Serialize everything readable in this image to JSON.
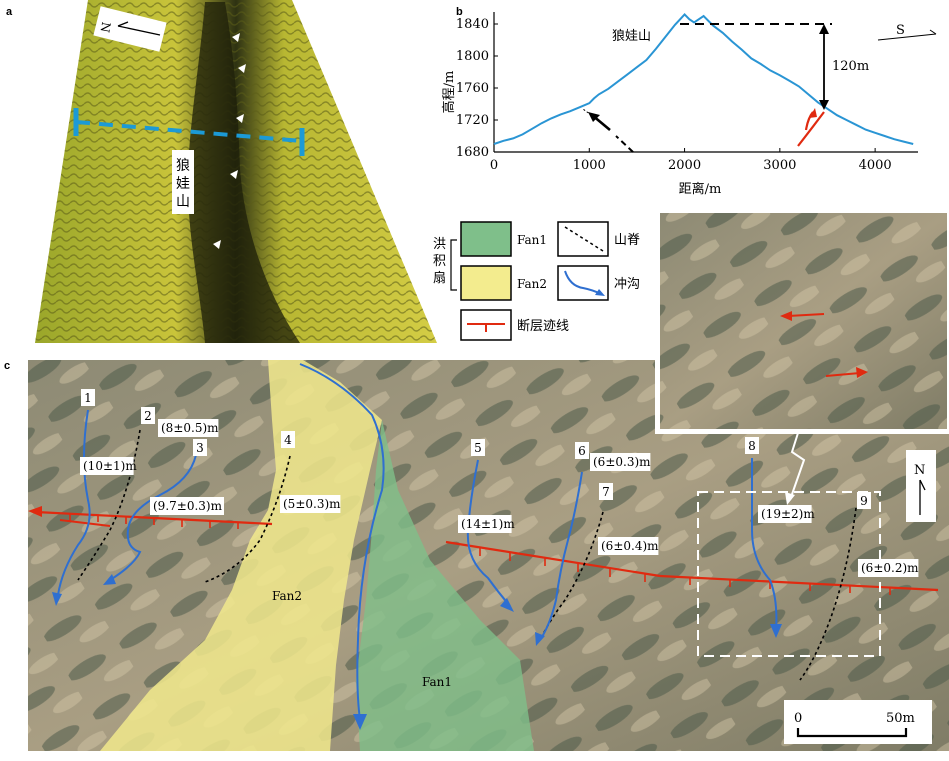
{
  "panels": {
    "a": "a",
    "b": "b",
    "c": "c"
  },
  "panel_a": {
    "mountain_label": "狼娃山",
    "north": "N"
  },
  "profile": {
    "peak_label": "狼娃山",
    "relief_label": "120m",
    "direction": "S",
    "xlabel": "距离/m",
    "ylabel": "高程/m",
    "xticks": [
      "0",
      "1000",
      "2000",
      "3000",
      "4000"
    ],
    "yticks": [
      "1680",
      "1720",
      "1760",
      "1800",
      "1840"
    ]
  },
  "chart_data": {
    "type": "line",
    "xlabel": "距离/m",
    "ylabel": "高程/m",
    "xlim": [
      0,
      4450
    ],
    "ylim": [
      1680,
      1855
    ],
    "series": [
      {
        "x": [
          0,
          100,
          200,
          300,
          400,
          500,
          600,
          700,
          800,
          900,
          1000,
          1050,
          1100,
          1200,
          1300,
          1400,
          1500,
          1600,
          1700,
          1800,
          1900,
          2000,
          2050,
          2100,
          2200,
          2300,
          2400,
          2500,
          2600,
          2700,
          2800,
          2900,
          3000,
          3100,
          3200,
          3300,
          3400,
          3500,
          3600,
          3700,
          3800,
          3900,
          4000,
          4100,
          4200,
          4300,
          4400
        ],
        "y": [
          1690,
          1694,
          1697,
          1702,
          1709,
          1716,
          1722,
          1727,
          1731,
          1736,
          1741,
          1747,
          1752,
          1759,
          1768,
          1777,
          1786,
          1795,
          1809,
          1824,
          1839,
          1852,
          1846,
          1842,
          1850,
          1838,
          1829,
          1818,
          1808,
          1797,
          1790,
          1782,
          1776,
          1769,
          1762,
          1752,
          1742,
          1734,
          1726,
          1720,
          1714,
          1708,
          1704,
          1700,
          1696,
          1693,
          1690
        ]
      }
    ]
  },
  "legend": {
    "group_label": "洪积扇",
    "fan1": "Fan1",
    "fan2": "Fan2",
    "ridge": "山脊",
    "gully": "冲沟",
    "fault": "断层迹线",
    "colors": {
      "fan1": "#7fbf8a",
      "fan2": "#f3ec8e",
      "fault": "#e02a10",
      "gully": "#2f6fd0"
    }
  },
  "map": {
    "fan1": "Fan1",
    "fan2": "Fan2",
    "north": "N",
    "scale": {
      "start": "0",
      "end": "50m"
    },
    "gullies": [
      "1",
      "2",
      "3",
      "4",
      "5",
      "6",
      "7",
      "8",
      "9"
    ],
    "offsets": [
      "(8±0.5)m",
      "(10±1)m",
      "(9.7±0.3)m",
      "(5±0.3)m",
      "(14±1)m",
      "(6±0.3)m",
      "(6±0.4)m",
      "(19±2)m",
      "(6±0.2)m"
    ]
  }
}
